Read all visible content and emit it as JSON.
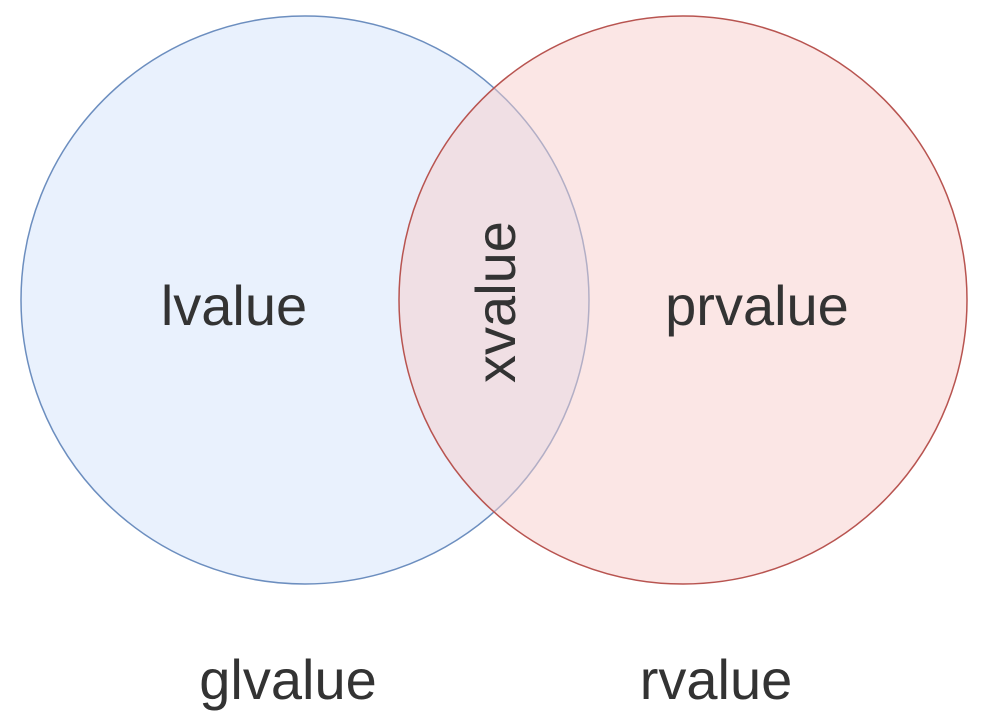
{
  "diagram": {
    "sets": [
      {
        "id": "left",
        "fill": "#dae8fc",
        "stroke": "#6c8ebf"
      },
      {
        "id": "right",
        "fill": "#f8cecc",
        "stroke": "#b85450"
      }
    ],
    "labels": {
      "left_only": "lvalue",
      "intersection": "xvalue",
      "right_only": "prvalue",
      "left_group": "glvalue",
      "right_group": "rvalue"
    },
    "text_color": "#333333"
  }
}
